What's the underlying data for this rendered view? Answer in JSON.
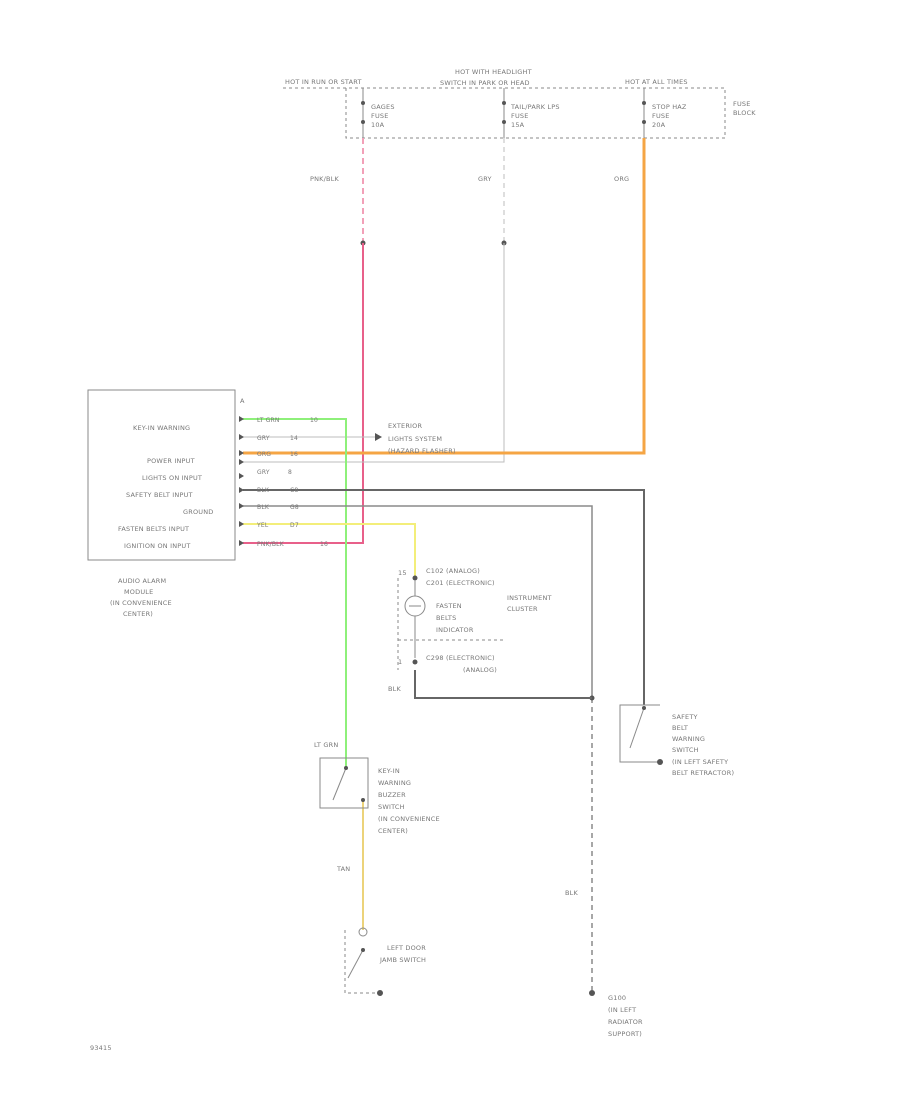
{
  "colors": {
    "pnk_blk": "#e8608a",
    "pnk_blk_dash": "#f2a0b8",
    "gry": "#bdbdbd",
    "org": "#f5a544",
    "lt_grn": "#8ef07a",
    "yel": "#f3ee7a",
    "tan": "#ecd37a",
    "blk": "#666666",
    "line": "#8a8a8a",
    "text": "#777777"
  },
  "top": {
    "label_hot_run_start": "HOT IN RUN OR START",
    "label_hot_headlight_1": "HOT WITH HEADLIGHT",
    "label_hot_headlight_2": "SWITCH IN PARK OR HEAD",
    "label_hot_all_times": "HOT AT ALL TIMES",
    "fuse_1": [
      "GAGES",
      "FUSE",
      "10A"
    ],
    "fuse_2": [
      "TAIL/PARK LPS",
      "FUSE",
      "15A"
    ],
    "fuse_3": [
      "STOP HAZ",
      "FUSE",
      "20A"
    ],
    "fuse_block": [
      "FUSE",
      "BLOCK"
    ]
  },
  "wire_labels": {
    "pnk_blk": "PNK/BLK",
    "gry": "GRY",
    "org": "ORG",
    "lt_grn": "LT GRN",
    "tan": "TAN",
    "blk_1": "BLK",
    "blk_2": "BLK"
  },
  "module": {
    "connector": "A",
    "inputs": [
      {
        "label": "KEY-IN WARNING",
        "wire": "LT GRN",
        "pin": "10"
      },
      {
        "label": "",
        "wire": "GRY",
        "pin": "14"
      },
      {
        "label": "",
        "wire": "ORG",
        "pin": "16"
      },
      {
        "label": "POWER INPUT",
        "wire": "GRY",
        "pin": "8"
      },
      {
        "label": "LIGHTS ON INPUT",
        "wire": "BLK",
        "pin": "C8"
      },
      {
        "label": "SAFETY BELT INPUT",
        "wire": "BLK",
        "pin": "G8"
      },
      {
        "label": "GROUND",
        "wire": "YEL",
        "pin": "D7"
      },
      {
        "label": "FASTEN BELTS INPUT",
        "wire": "PNK/BLK",
        "pin": "16"
      },
      {
        "label": "IGNITION ON INPUT",
        "wire": "",
        "pin": ""
      }
    ],
    "name": [
      "AUDIO ALARM",
      "MODULE",
      "(IN CONVENIENCE",
      "CENTER)"
    ]
  },
  "exterior_lights": [
    "EXTERIOR",
    "LIGHTS SYSTEM",
    "(HAZARD FLASHER)"
  ],
  "cluster": {
    "connector_top_pin": "15",
    "connector_top": [
      "C102 (ANALOG)",
      "C201 (ELECTRONIC)"
    ],
    "lamp": [
      "FASTEN",
      "BELTS",
      "INDICATOR"
    ],
    "name": [
      "INSTRUMENT",
      "CLUSTER"
    ],
    "connector_bottom_pin": "1",
    "connector_bottom": [
      "C298 (ELECTRONIC)",
      "(ANALOG)"
    ]
  },
  "belt_switch": [
    "SAFETY",
    "BELT",
    "WARNING",
    "SWITCH",
    "(IN LEFT SAFETY",
    "BELT RETRACTOR)"
  ],
  "key_switch": [
    "KEY-IN",
    "WARNING",
    "BUZZER",
    "SWITCH",
    "(IN CONVENIENCE",
    "CENTER)"
  ],
  "door_switch": [
    "LEFT DOOR",
    "JAMB SWITCH"
  ],
  "ground": [
    "G100",
    "(IN LEFT",
    "RADIATOR",
    "SUPPORT)"
  ],
  "footer_code": "93415"
}
